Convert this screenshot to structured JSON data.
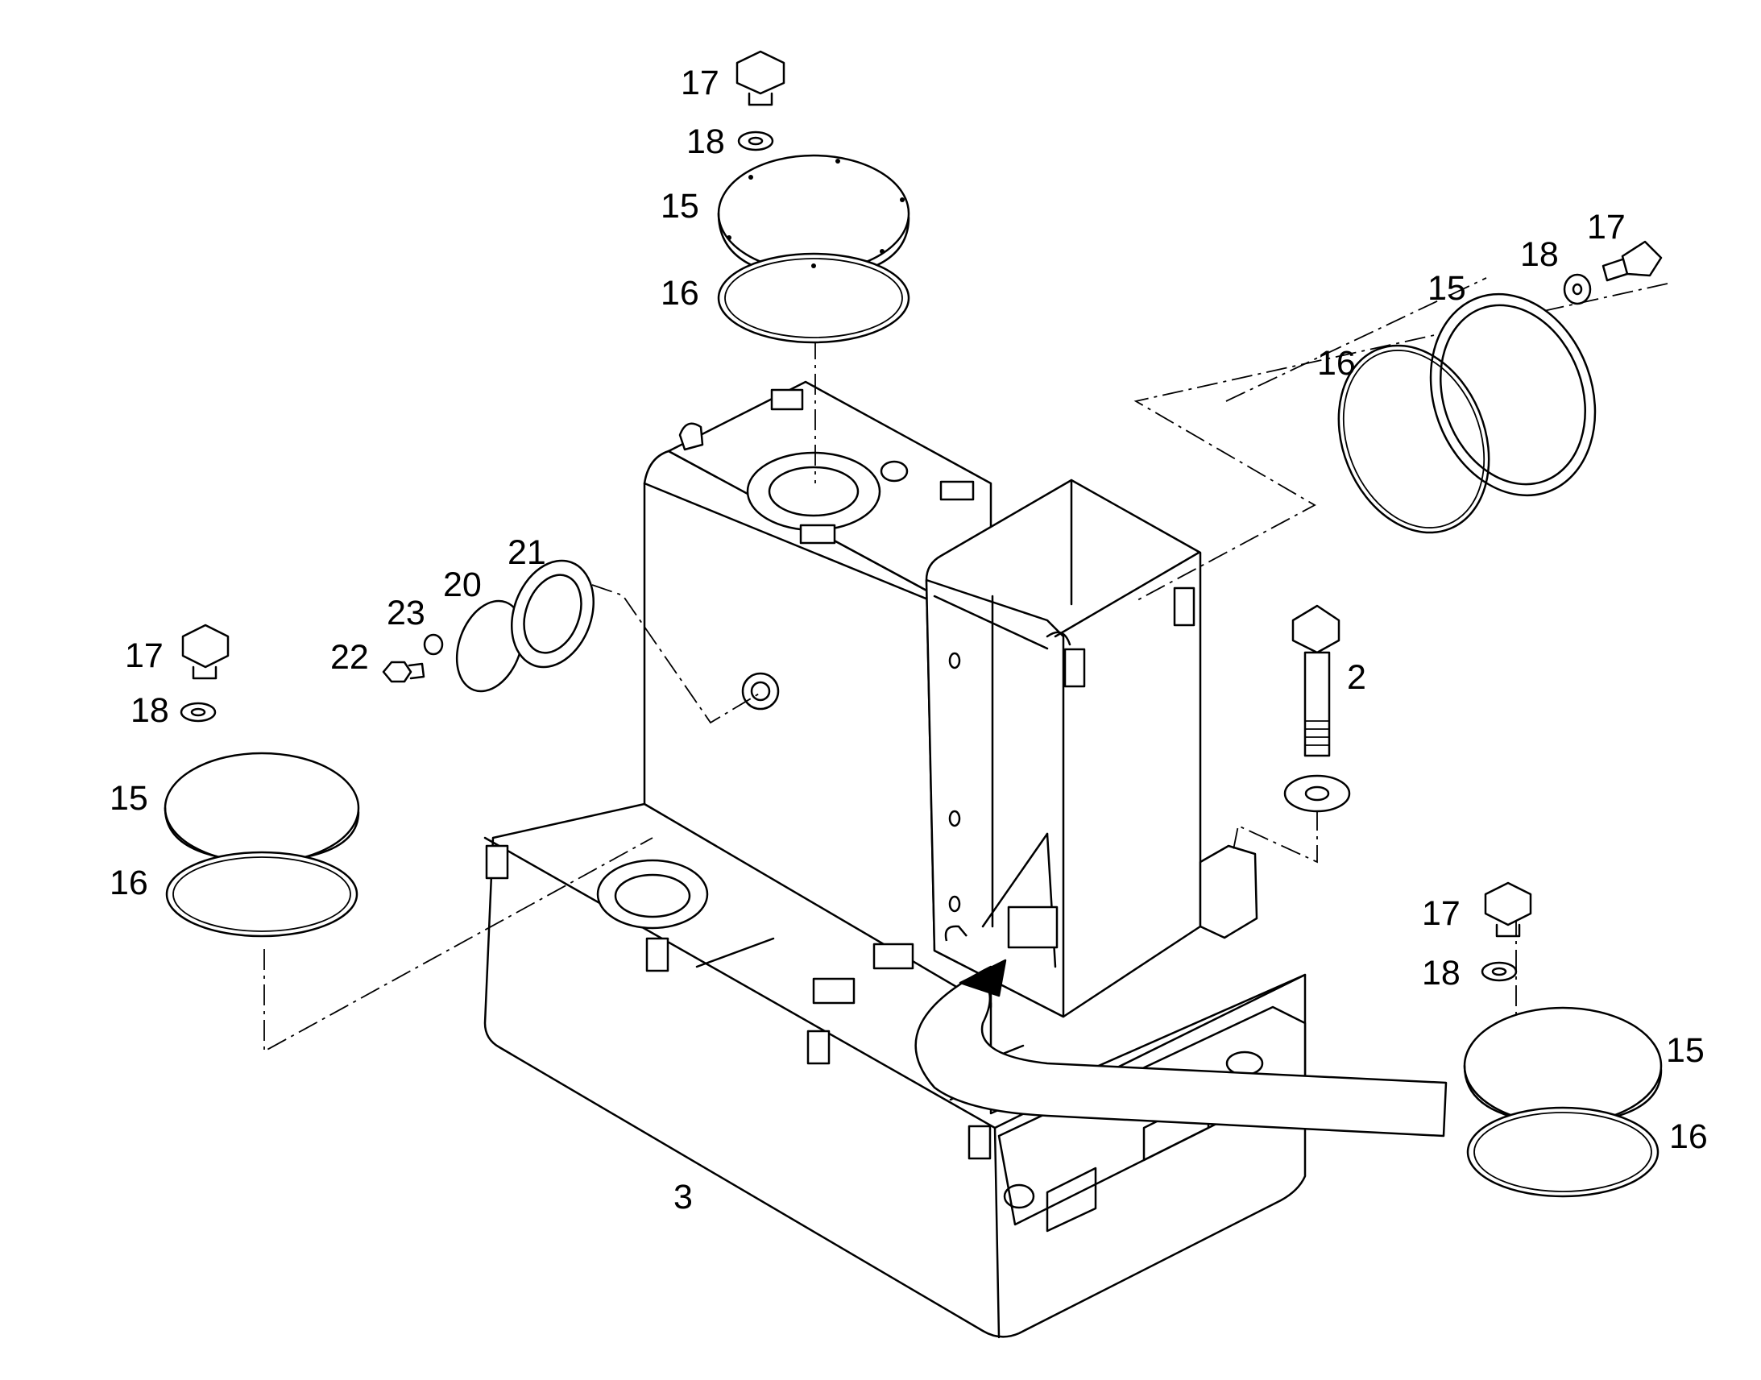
{
  "callouts": {
    "c17a": "17",
    "c18a": "18",
    "c15a": "15",
    "c16a": "16",
    "c17b": "17",
    "c18b": "18",
    "c15b": "15",
    "c16b": "16",
    "c17c": "17",
    "c18c": "18",
    "c15c": "15",
    "c16c": "16",
    "c17d": "17",
    "c18d": "18",
    "c15d": "15",
    "c16d": "16",
    "c21": "21",
    "c20": "20",
    "c23": "23",
    "c22": "22",
    "c2": "2",
    "c3": "3"
  }
}
